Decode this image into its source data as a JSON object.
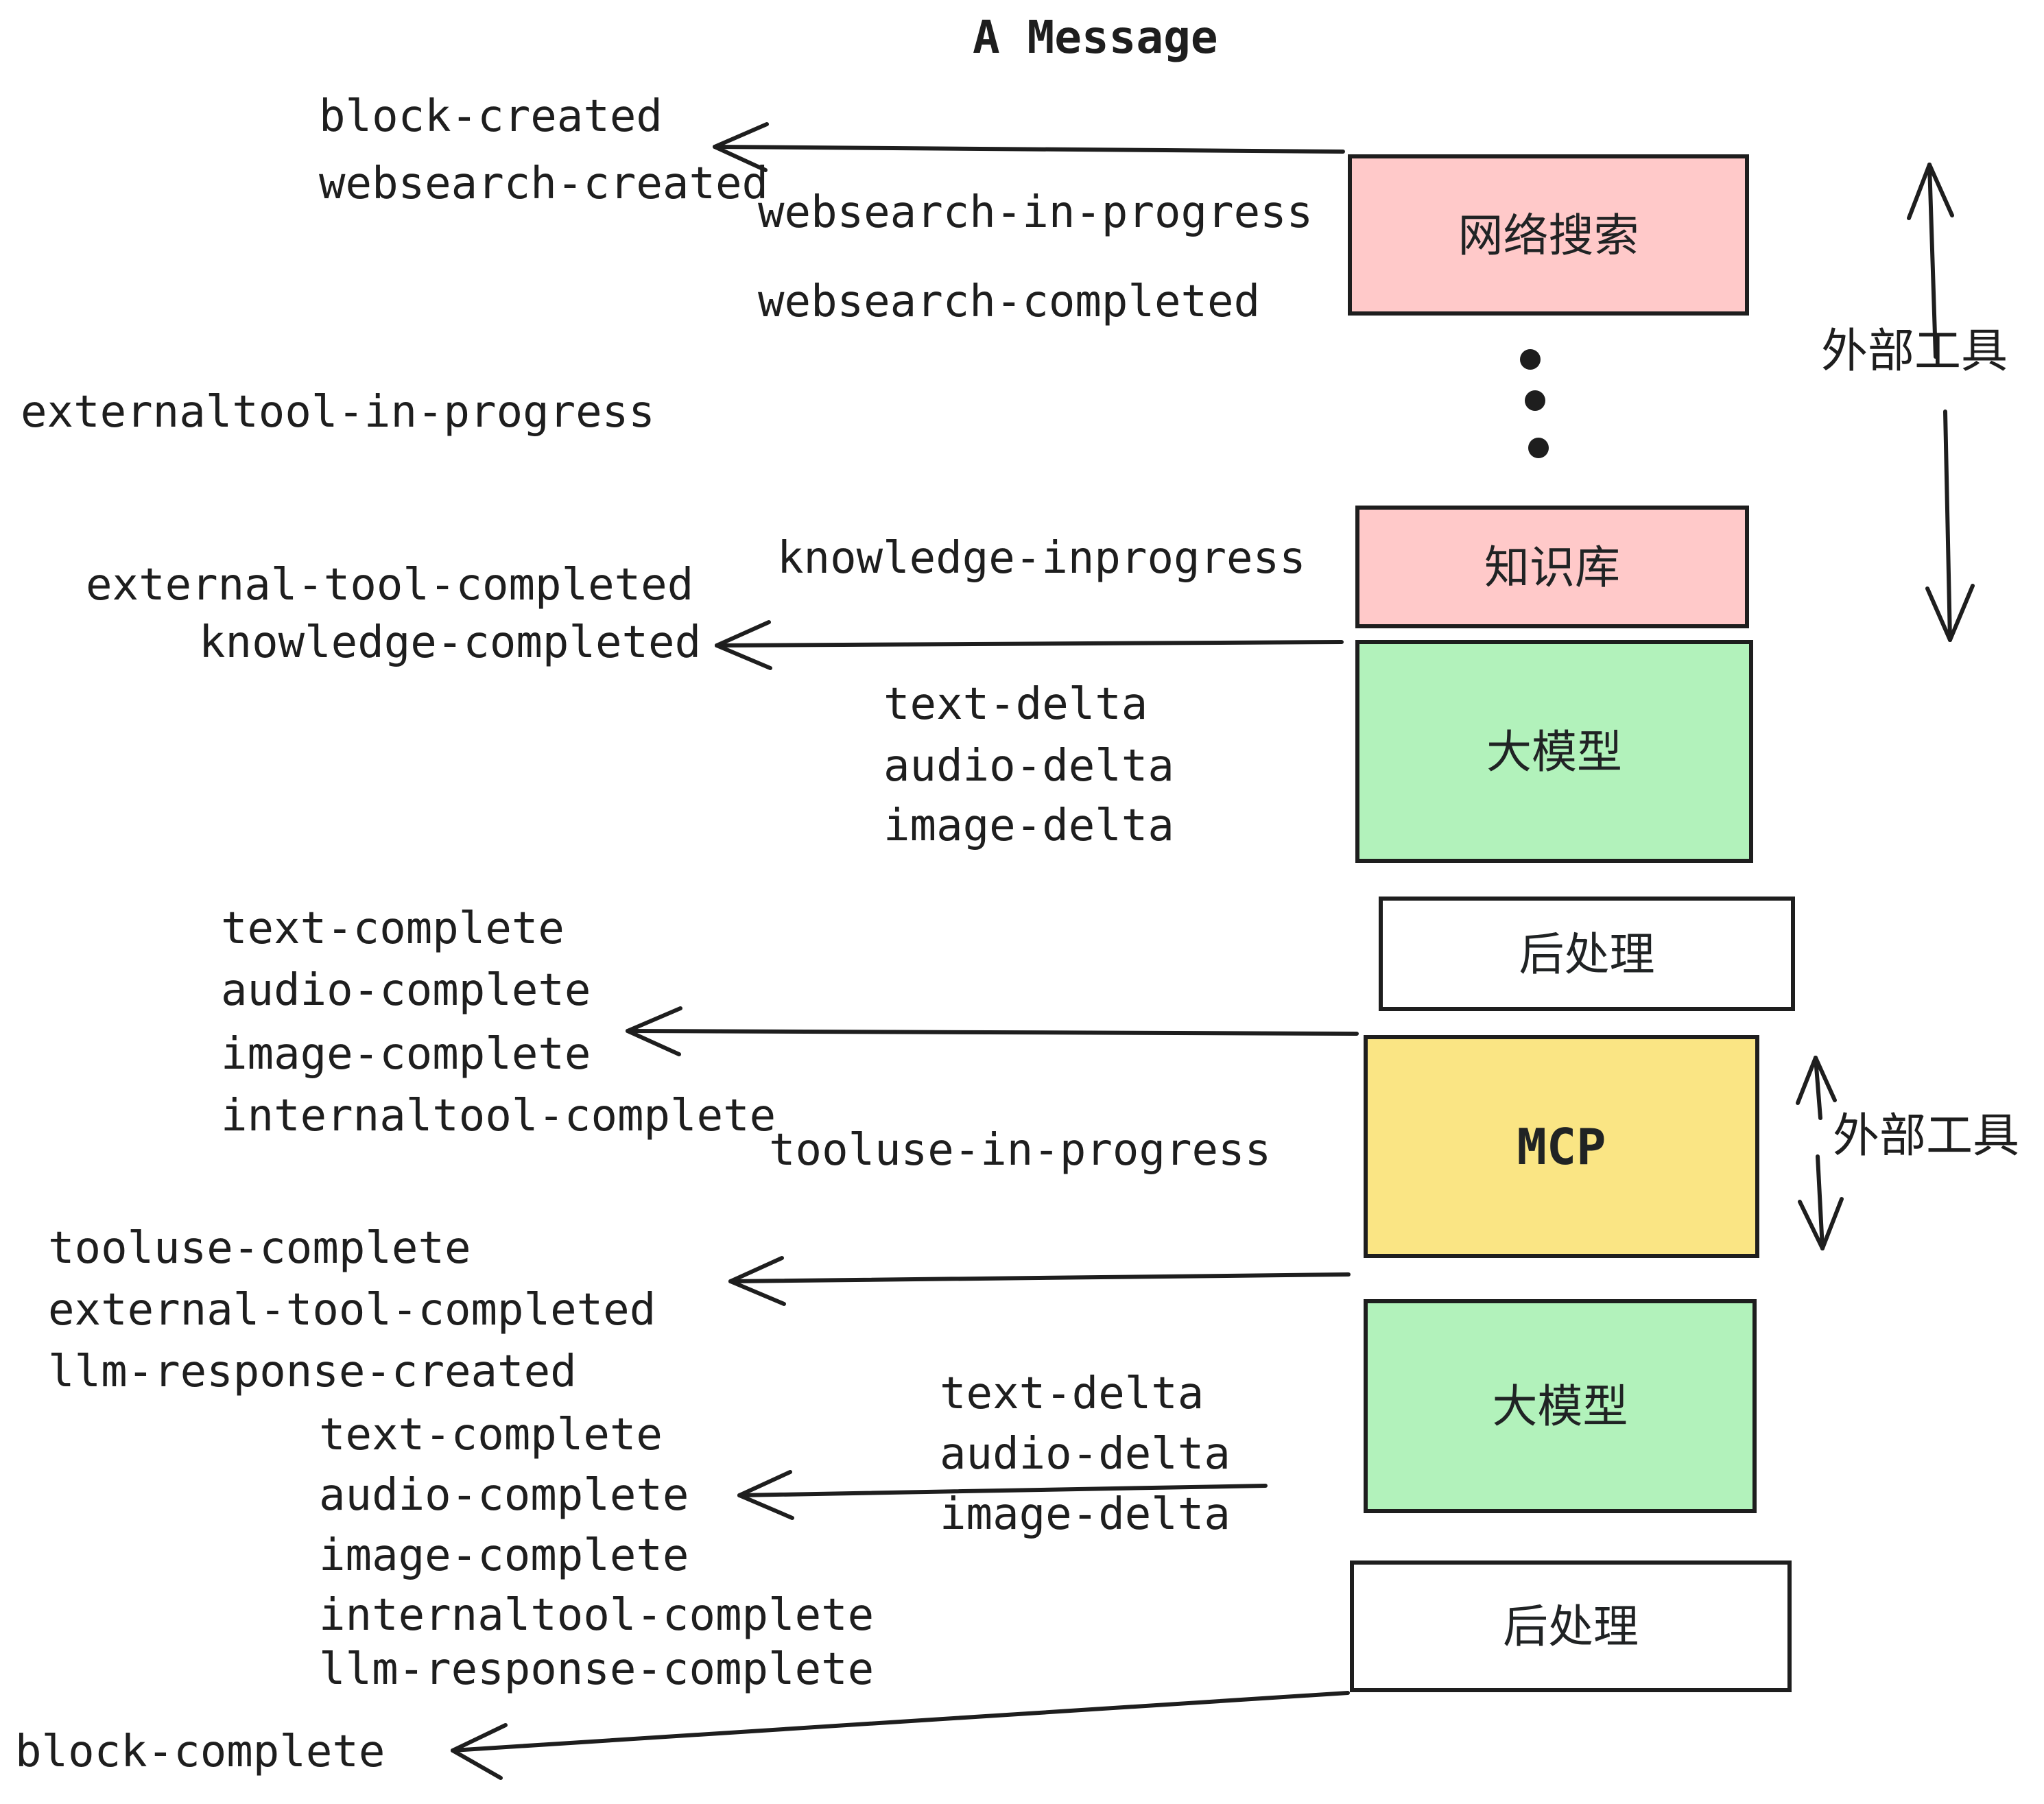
{
  "title": "A Message",
  "colors": {
    "ink": "#1e1e1e",
    "pink": "#FFC9C9",
    "green": "#B2F2BB",
    "yellow": "#FAE584"
  },
  "boxes": [
    {
      "label": "网络搜索"
    },
    {
      "label": "知识库"
    },
    {
      "label": "大模型"
    },
    {
      "label": "后处理"
    },
    {
      "label": "MCP"
    },
    {
      "label": "大模型"
    },
    {
      "label": "后处理"
    }
  ],
  "side_labels": [
    {
      "label": "外部工具"
    },
    {
      "label": "外部工具"
    }
  ],
  "events": [
    {
      "label": "block-created"
    },
    {
      "label": "websearch-created"
    },
    {
      "label": "websearch-in-progress"
    },
    {
      "label": "websearch-completed"
    },
    {
      "label": "externaltool-in-progress"
    },
    {
      "label": "knowledge-inprogress"
    },
    {
      "label": "external-tool-completed"
    },
    {
      "label": "knowledge-completed"
    },
    {
      "label": "text-delta"
    },
    {
      "label": "audio-delta"
    },
    {
      "label": "image-delta"
    },
    {
      "label": "text-complete"
    },
    {
      "label": "audio-complete"
    },
    {
      "label": "image-complete"
    },
    {
      "label": "internaltool-complete"
    },
    {
      "label": "tooluse-in-progress"
    },
    {
      "label": "tooluse-complete"
    },
    {
      "label": "external-tool-completed"
    },
    {
      "label": "llm-response-created"
    },
    {
      "label": "text-complete"
    },
    {
      "label": "audio-complete"
    },
    {
      "label": "image-complete"
    },
    {
      "label": "internaltool-complete"
    },
    {
      "label": "llm-response-complete"
    },
    {
      "label": "block-complete"
    }
  ]
}
